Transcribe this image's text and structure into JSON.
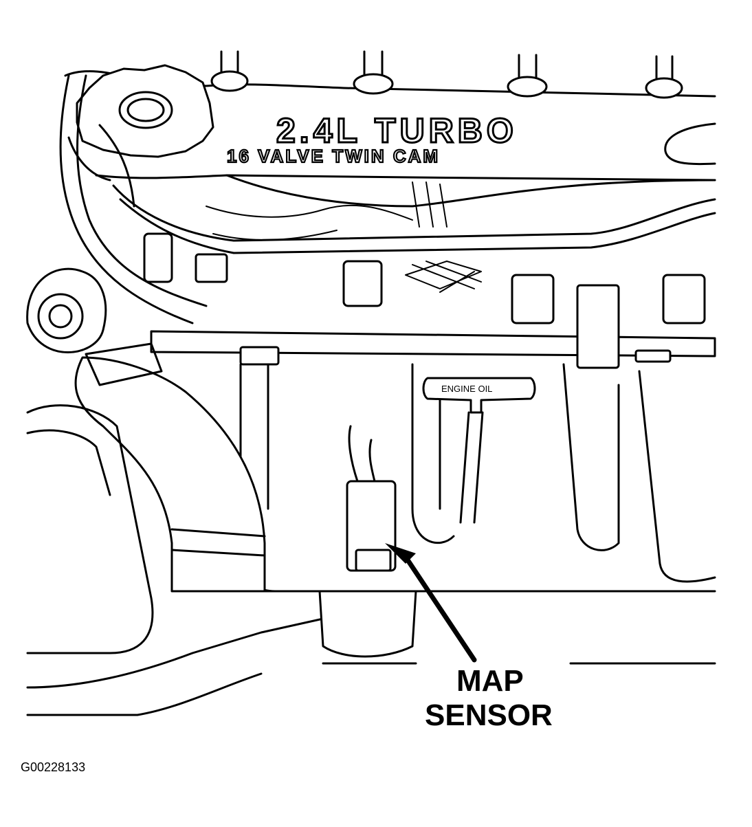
{
  "engine_cover": {
    "line1": "2.4L TURBO",
    "line2": "16 VALVE TWIN CAM"
  },
  "dipstick_label": "ENGINE OIL",
  "callout": {
    "line1": "MAP",
    "line2": "SENSOR"
  },
  "figure_id": "G00228133"
}
